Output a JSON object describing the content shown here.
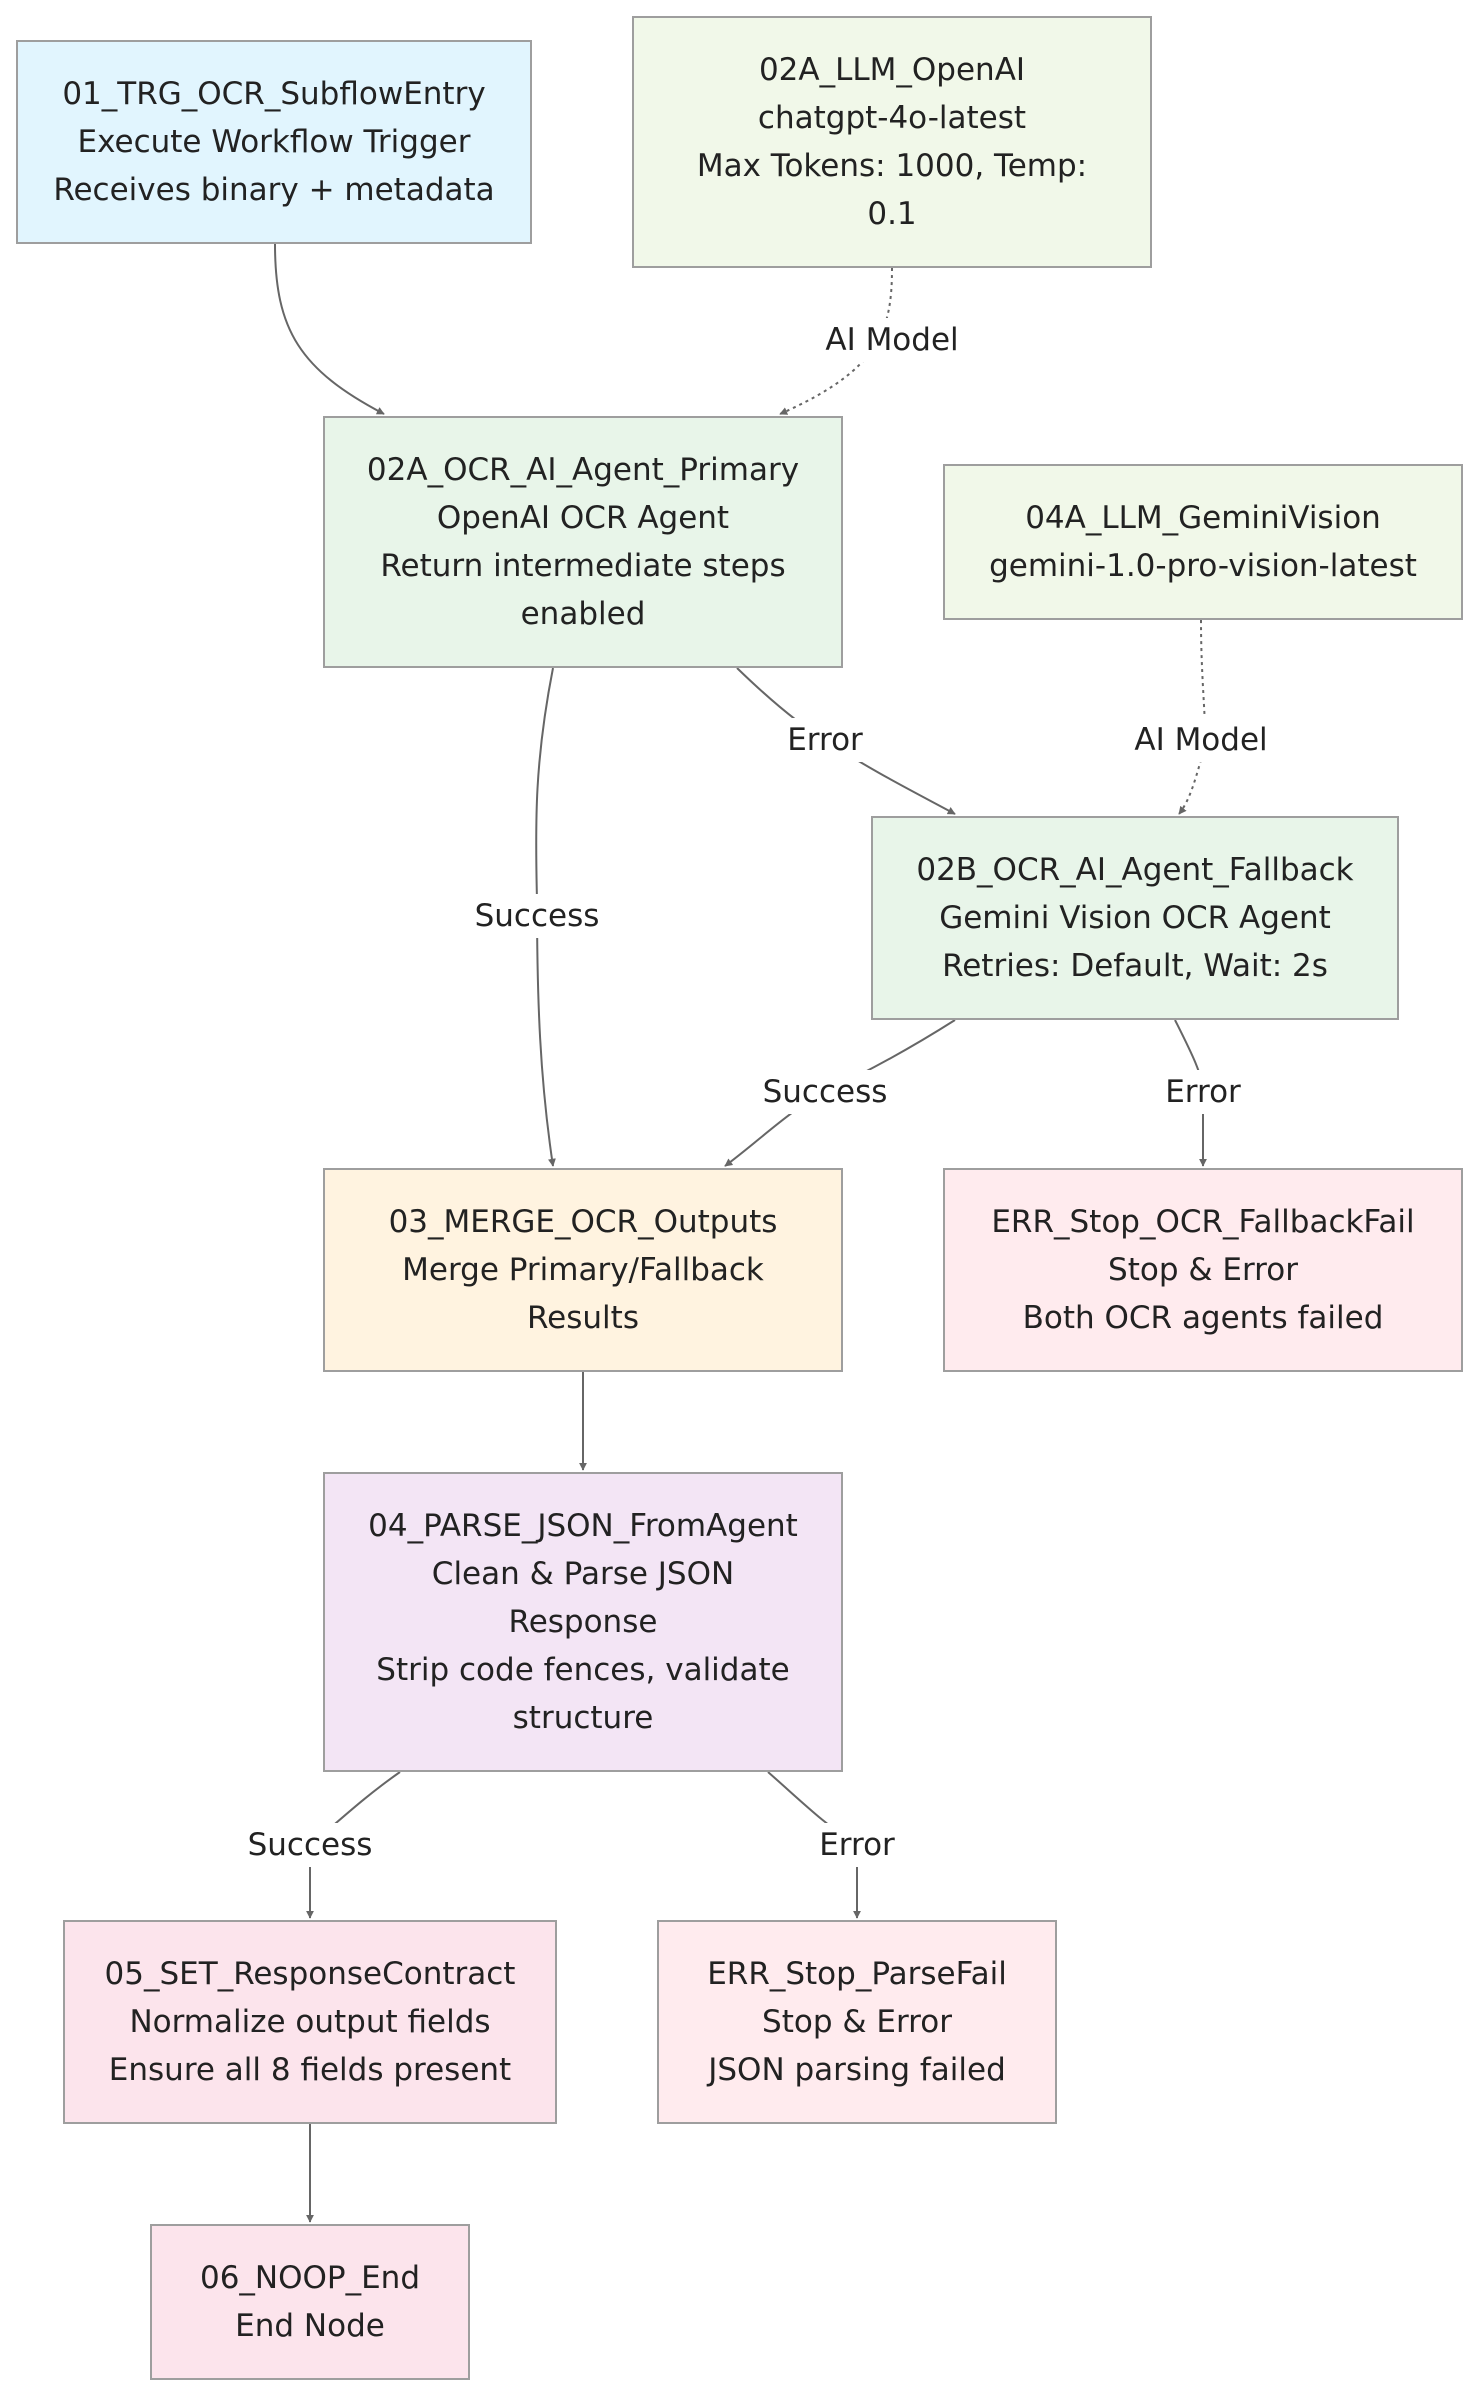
{
  "colors": {
    "trigger": "#e1f5fe",
    "llm": "#f1f8e9",
    "agent": "#e8f5e9",
    "merge": "#fff3e0",
    "parse": "#f3e5f5",
    "set": "#fce4ec",
    "error": "#ffebee",
    "border": "#9e9e9e",
    "edge": "#666666"
  },
  "nodes": [
    {
      "id": "trg",
      "lines": [
        "01_TRG_OCR_SubflowEntry",
        "Execute Workflow Trigger",
        "Receives binary + metadata"
      ]
    },
    {
      "id": "llm_openai",
      "lines": [
        "02A_LLM_OpenAI",
        "chatgpt-4o-latest",
        "Max Tokens: 1000, Temp:",
        "0.1"
      ]
    },
    {
      "id": "agent_primary",
      "lines": [
        "02A_OCR_AI_Agent_Primary",
        "OpenAI OCR Agent",
        "Return intermediate steps",
        "enabled"
      ]
    },
    {
      "id": "llm_gemini",
      "lines": [
        "04A_LLM_GeminiVision",
        "gemini-1.0-pro-vision-latest"
      ]
    },
    {
      "id": "agent_fallback",
      "lines": [
        "02B_OCR_AI_Agent_Fallback",
        "Gemini Vision OCR Agent",
        "Retries: Default, Wait: 2s"
      ]
    },
    {
      "id": "merge",
      "lines": [
        "03_MERGE_OCR_Outputs",
        "Merge Primary/Fallback",
        "Results"
      ]
    },
    {
      "id": "err_fallback",
      "lines": [
        "ERR_Stop_OCR_FallbackFail",
        "Stop & Error",
        "Both OCR agents failed"
      ]
    },
    {
      "id": "parse",
      "lines": [
        "04_PARSE_JSON_FromAgent",
        "Clean & Parse JSON",
        "Response",
        "Strip code fences, validate",
        "structure"
      ]
    },
    {
      "id": "set",
      "lines": [
        "05_SET_ResponseContract",
        "Normalize output fields",
        "Ensure all 8 fields present"
      ]
    },
    {
      "id": "err_parse",
      "lines": [
        "ERR_Stop_ParseFail",
        "Stop & Error",
        "JSON parsing failed"
      ]
    },
    {
      "id": "end",
      "lines": [
        "06_NOOP_End",
        "End Node"
      ]
    }
  ],
  "edges": [
    {
      "from": "trg",
      "to": "agent_primary",
      "label": "",
      "style": "solid"
    },
    {
      "from": "llm_openai",
      "to": "agent_primary",
      "label": "AI Model",
      "style": "dotted"
    },
    {
      "from": "agent_primary",
      "to": "merge",
      "label": "Success",
      "style": "solid"
    },
    {
      "from": "agent_primary",
      "to": "agent_fallback",
      "label": "Error",
      "style": "solid"
    },
    {
      "from": "llm_gemini",
      "to": "agent_fallback",
      "label": "AI Model",
      "style": "dotted"
    },
    {
      "from": "agent_fallback",
      "to": "merge",
      "label": "Success",
      "style": "solid"
    },
    {
      "from": "agent_fallback",
      "to": "err_fallback",
      "label": "Error",
      "style": "solid"
    },
    {
      "from": "merge",
      "to": "parse",
      "label": "",
      "style": "solid"
    },
    {
      "from": "parse",
      "to": "set",
      "label": "Success",
      "style": "solid"
    },
    {
      "from": "parse",
      "to": "err_parse",
      "label": "Error",
      "style": "solid"
    },
    {
      "from": "set",
      "to": "end",
      "label": "",
      "style": "solid"
    }
  ]
}
